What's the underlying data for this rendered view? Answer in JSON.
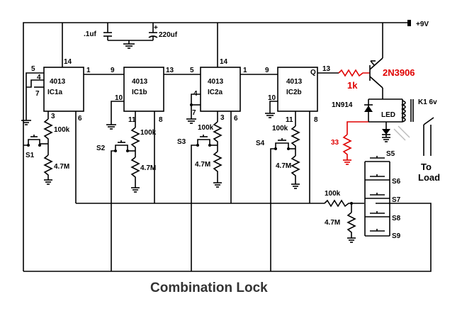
{
  "title": "Combination Lock",
  "supply": "+9V",
  "chips": [
    {
      "id": "ic1a",
      "line1": "4013",
      "line2": "IC1a"
    },
    {
      "id": "ic1b",
      "line1": "4013",
      "line2": "IC1b"
    },
    {
      "id": "ic2a",
      "line1": "4013",
      "line2": "IC2a"
    },
    {
      "id": "ic2b",
      "line1": "4013",
      "line2": "IC2b"
    }
  ],
  "pins": {
    "ic1a": {
      "p5": "5",
      "p4": "4",
      "p7": "7",
      "p14": "14",
      "p1": "1",
      "p3": "3",
      "p6": "6"
    },
    "ic1b": {
      "p9": "9",
      "p13": "13",
      "p10": "10",
      "p11": "11",
      "p8": "8"
    },
    "ic2a": {
      "p5": "5",
      "p4": "4",
      "p7": "7",
      "p14": "14",
      "p1": "1",
      "p3": "3",
      "p6": "6"
    },
    "ic2b": {
      "p9": "9",
      "p13": "13",
      "p10": "10",
      "p11": "11",
      "p8": "8",
      "q": "Q"
    }
  },
  "caps": {
    "small": ".1uf",
    "large": "220uf",
    "plus": "+"
  },
  "resistors": {
    "r100k": "100k",
    "r4m7": "4.7M",
    "r1k": "1k",
    "r33": "33"
  },
  "switches": [
    "S1",
    "S2",
    "S3",
    "S4",
    "S5",
    "S6",
    "S7",
    "S8",
    "S9"
  ],
  "transistor": "2N3906",
  "diode": "1N914",
  "led": "LED",
  "relay": "K1 6v",
  "load": {
    "line1": "To",
    "line2": "Load"
  },
  "colors": {
    "accent": "#e00000",
    "wire": "#000000",
    "title": "#333333"
  }
}
